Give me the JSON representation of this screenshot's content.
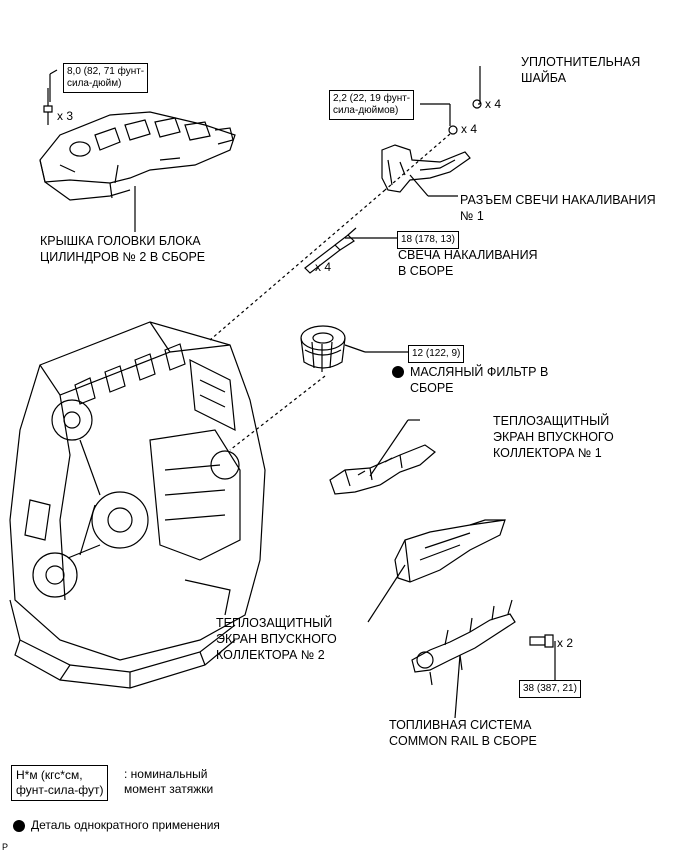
{
  "labels": {
    "washer": "УПЛОТНИТЕЛЬНАЯ\nШАЙБА",
    "glow_connector": "РАЗЪЕМ СВЕЧИ НАКАЛИВАНИЯ\n№ 1",
    "head_cover": "КРЫШКА ГОЛОВКИ БЛОКА\nЦИЛИНДРОВ № 2 В СБОРЕ",
    "glow_plug": "СВЕЧА НАКАЛИВАНИЯ\nВ СБОРЕ",
    "oil_filter": "МАСЛЯНЫЙ ФИЛЬТР В\nСБОРЕ",
    "heat_shield_1": "ТЕПЛОЗАЩИТНЫЙ\nЭКРАН ВПУСКНОГО\nКОЛЛЕКТОРА № 1",
    "heat_shield_2": "ТЕПЛОЗАЩИТНЫЙ\nЭКРАН ВПУСКНОГО\nКОЛЛЕКТОРА № 2",
    "common_rail": "ТОПЛИВНАЯ СИСТЕМА\nCOMMON RAIL В СБОРЕ"
  },
  "torques": {
    "head_cover_bolt": "8,0 (82, 71 фунт-\nсила-дюйм)",
    "glow_nut": "2,2 (22, 19 фунт-\nсила-дюймов)",
    "glow_plug": "18 (178, 13)",
    "oil_filter": "12 (122, 9)",
    "rail_bolt": "38 (387, 21)"
  },
  "quantities": {
    "head_cover_bolt": "x 3",
    "washer": "x 4",
    "glow_nut": "x 4",
    "glow_plug": "x 4",
    "rail_bolt": "x 2"
  },
  "legend": {
    "unit_box": "Н*м (кгс*см,\nфунт-сила-фут)",
    "unit_text": ": номинальный\nмомент затяжки",
    "single_use": "Деталь однократного применения"
  },
  "corner_mark": "P"
}
